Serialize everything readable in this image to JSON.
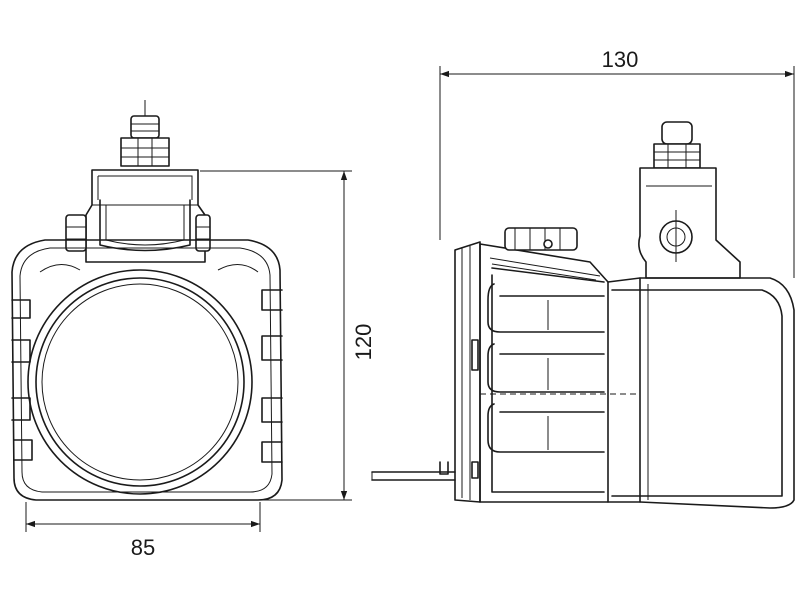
{
  "dimensions": {
    "width_front": "85",
    "height_front": "120",
    "length_side": "130"
  },
  "colors": {
    "line": "#1a1a1a",
    "background": "#ffffff"
  }
}
